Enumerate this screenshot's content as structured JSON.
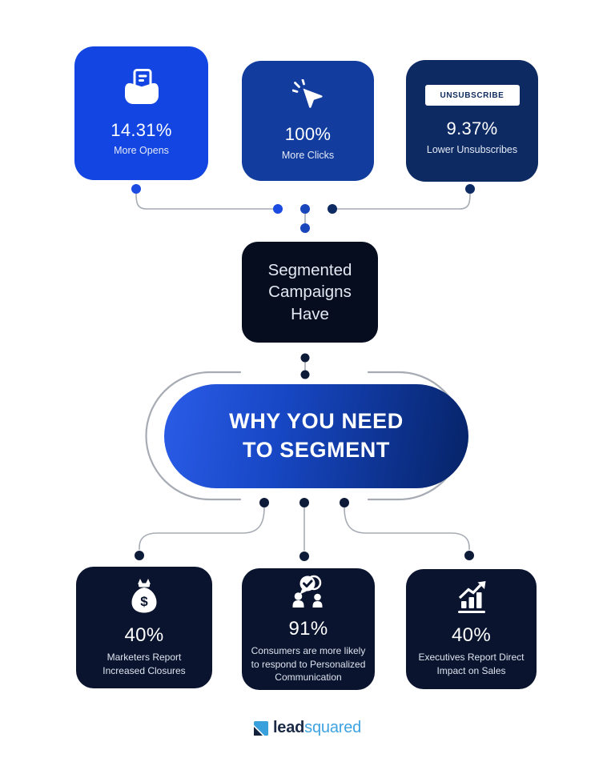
{
  "palette": {
    "background": "#ffffff",
    "card_blue_bright": "#1245e2",
    "card_blue_mid": "#123d9e",
    "card_navy": "#0d2a63",
    "box_dark": "#060d1f",
    "bottom_card_dark": "#0a142e",
    "pill_gradient_start": "#2a5ce8",
    "pill_gradient_end": "#062367",
    "connector_gray": "#a6abb4",
    "dot_bright_blue": "#1b4be0",
    "dot_mid_blue": "#1a46bb",
    "dot_navy": "#0d2a63",
    "dot_dark": "#0e1b38",
    "logo_blue": "#3aa0dc",
    "logo_dark": "#1b2a47"
  },
  "top_cards": [
    {
      "icon": "open-mail-icon",
      "stat": "14.31%",
      "label": "More Opens"
    },
    {
      "icon": "cursor-click-icon",
      "stat": "100%",
      "label": "More Clicks"
    },
    {
      "icon": "unsubscribe-button",
      "button_text": "UNSUBSCRIBE",
      "stat": "9.37%",
      "label": "Lower Unsubscribes"
    }
  ],
  "center": {
    "box_text": "Segmented\nCampaigns\nHave",
    "pill_text": "WHY YOU NEED\nTO SEGMENT"
  },
  "bottom_cards": [
    {
      "icon": "money-bag-icon",
      "icon_symbol": "$",
      "stat": "40%",
      "label": "Marketers Report\nIncreased Closures"
    },
    {
      "icon": "people-check-icon",
      "stat": "91%",
      "label": "Consumers are more likely\nto respond to Personalized\nCommunication"
    },
    {
      "icon": "growth-chart-icon",
      "stat": "40%",
      "label": "Executives Report Direct\nImpact on Sales"
    }
  ],
  "footer": {
    "brand_lead": "lead",
    "brand_squared": "squared"
  }
}
